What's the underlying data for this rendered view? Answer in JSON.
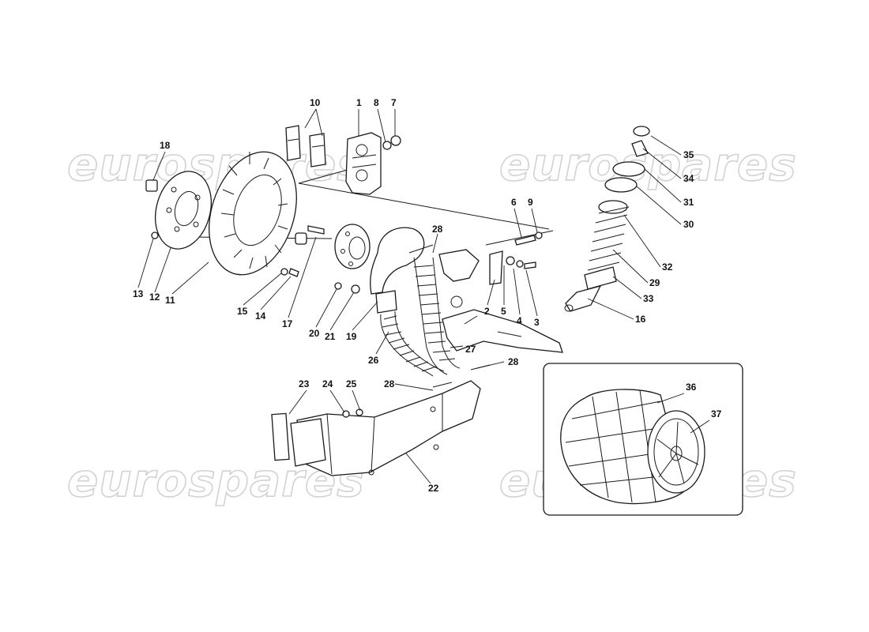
{
  "watermark": {
    "text": "eurospares",
    "color": "#d2d2d2"
  },
  "callouts": [
    {
      "id": "c1",
      "label": "1"
    },
    {
      "id": "c2",
      "label": "2"
    },
    {
      "id": "c3",
      "label": "3"
    },
    {
      "id": "c4",
      "label": "4"
    },
    {
      "id": "c5",
      "label": "5"
    },
    {
      "id": "c6",
      "label": "6"
    },
    {
      "id": "c7",
      "label": "7"
    },
    {
      "id": "c8",
      "label": "8"
    },
    {
      "id": "c9",
      "label": "9"
    },
    {
      "id": "c10",
      "label": "10"
    },
    {
      "id": "c11",
      "label": "11"
    },
    {
      "id": "c12",
      "label": "12"
    },
    {
      "id": "c13",
      "label": "13"
    },
    {
      "id": "c14",
      "label": "14"
    },
    {
      "id": "c15",
      "label": "15"
    },
    {
      "id": "c16",
      "label": "16"
    },
    {
      "id": "c17",
      "label": "17"
    },
    {
      "id": "c18",
      "label": "18"
    },
    {
      "id": "c19",
      "label": "19"
    },
    {
      "id": "c20",
      "label": "20"
    },
    {
      "id": "c21",
      "label": "21"
    },
    {
      "id": "c22",
      "label": "22"
    },
    {
      "id": "c23",
      "label": "23"
    },
    {
      "id": "c24",
      "label": "24"
    },
    {
      "id": "c25",
      "label": "25"
    },
    {
      "id": "c26",
      "label": "26"
    },
    {
      "id": "c27",
      "label": "27"
    },
    {
      "id": "c28a",
      "label": "28"
    },
    {
      "id": "c28b",
      "label": "28"
    },
    {
      "id": "c28c",
      "label": "28"
    },
    {
      "id": "c29",
      "label": "29"
    },
    {
      "id": "c30",
      "label": "30"
    },
    {
      "id": "c31",
      "label": "31"
    },
    {
      "id": "c32",
      "label": "32"
    },
    {
      "id": "c33",
      "label": "33"
    },
    {
      "id": "c34",
      "label": "34"
    },
    {
      "id": "c35",
      "label": "35"
    },
    {
      "id": "c36",
      "label": "36"
    },
    {
      "id": "c37",
      "label": "37"
    }
  ]
}
